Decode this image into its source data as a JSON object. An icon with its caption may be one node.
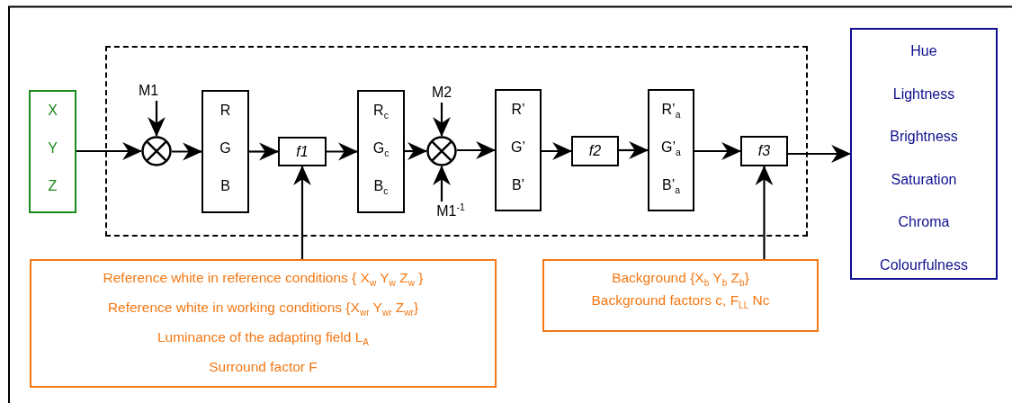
{
  "diagram": {
    "nodes": [
      {
        "text": [],
        "shape": "box"
      },
      {
        "text": [
          "X",
          "Y",
          "Z"
        ]
      },
      {
        "text": [
          "M1"
        ],
        "in": 0
      },
      {
        "text": [],
        "shape": "circle",
        "in": 0
      },
      {
        "text": [
          "R",
          "G",
          "B"
        ],
        "in": 0
      },
      {
        "text": [
          "f1"
        ],
        "in": 0
      },
      {
        "text": [
          "R$_{c}$",
          "G$_{c}$",
          "B$_{c}$"
        ],
        "in": 0
      },
      {
        "text": [
          "M2"
        ],
        "in": 0
      },
      {
        "text": [],
        "shape": "circle",
        "in": 0
      },
      {
        "text": [
          "M1$^{-1}$"
        ],
        "in": 0
      },
      {
        "text": [
          "R’",
          "G’",
          "B’"
        ],
        "in": 0
      },
      {
        "text": [
          "f2"
        ],
        "in": 0
      },
      {
        "text": [
          "R’$_{a}$",
          "G’$_{a}$",
          "B’$_{a}$"
        ],
        "in": 0
      },
      {
        "text": [
          "f3"
        ],
        "in": 0
      },
      {
        "text": [
          "Hue",
          "Lightness",
          "Brightness",
          "Saturation",
          "Chroma",
          "Colourfulness"
        ]
      },
      {
        "text": [
          "Reference white in reference conditions { X$_{w}$ Y$_{w}$ Z$_{w}$ }",
          "Reference white in working conditions {X$_{wr}$ Y$_{wr}$ Z$_{wr}$}",
          "Luminance of the adapting field L$_{A}$",
          "Surround factor  F"
        ]
      },
      {
        "text": [
          "Background {X$_{b}$ Y$_{b}$ Z$_{b}$}",
          "Background factors c, F$_{LL}$ Nc"
        ]
      }
    ],
    "edges": [
      {
        "from": 1,
        "to": 3,
        "arrow": "to"
      },
      {
        "from": 2,
        "to": 3,
        "arrow": "to"
      },
      {
        "from": 3,
        "to": 4,
        "arrow": "to"
      },
      {
        "from": 4,
        "to": 5,
        "arrow": "to"
      },
      {
        "from": 5,
        "to": 6,
        "arrow": "to"
      },
      {
        "from": 6,
        "to": 8,
        "arrow": "to"
      },
      {
        "from": 7,
        "to": 8,
        "arrow": "to"
      },
      {
        "from": 9,
        "to": 8,
        "arrow": "to"
      },
      {
        "from": 8,
        "to": 10,
        "arrow": "to"
      },
      {
        "from": 10,
        "to": 11,
        "arrow": "to"
      },
      {
        "from": 11,
        "to": 12,
        "arrow": "to"
      },
      {
        "from": 12,
        "to": 13,
        "arrow": "to"
      },
      {
        "from": 13,
        "to": 14,
        "arrow": "to"
      },
      {
        "from": 15,
        "to": 5,
        "arrow": "to"
      },
      {
        "from": 16,
        "to": 13,
        "arrow": "to"
      }
    ]
  }
}
